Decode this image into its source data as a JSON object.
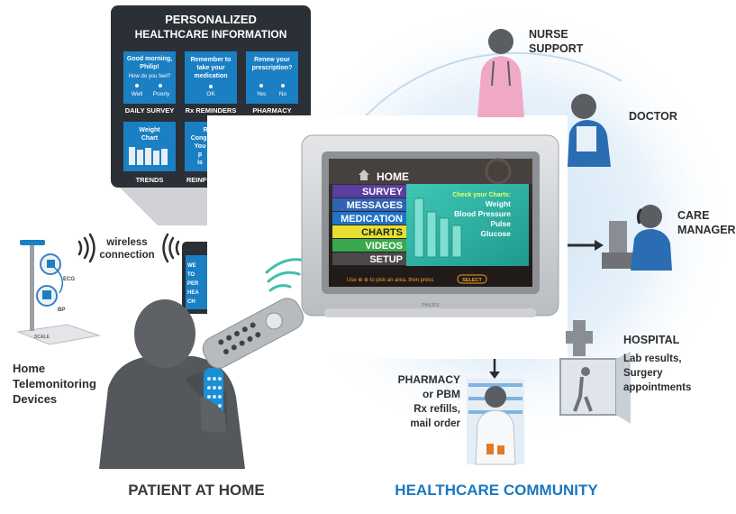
{
  "info_panel": {
    "title_line1": "PERSONALIZED",
    "title_line2": "HEALTHCARE INFORMATION",
    "tiles": [
      {
        "lines": [
          "Good morning,",
          "Philip!",
          "How do you feel?"
        ],
        "opt_a": "Well",
        "opt_b": "Poorly",
        "caption": "DAILY SURVEY"
      },
      {
        "lines": [
          "Remember to",
          "take your",
          "medication"
        ],
        "opt_a": "OK",
        "opt_b": "",
        "caption": "Rx REMINDERS"
      },
      {
        "lines": [
          "Renew your",
          "prescription?"
        ],
        "opt_a": "Yes",
        "opt_b": "No",
        "caption": "PHARMACY"
      },
      {
        "lines": [
          "Weight",
          "Chart"
        ],
        "opt_a": "",
        "opt_b": "",
        "caption": "TRENDS"
      },
      {
        "lines": [
          "R",
          "Congr",
          "You",
          "p",
          "is"
        ],
        "opt_a": "",
        "opt_b": "",
        "caption": "REINFO"
      }
    ]
  },
  "tv_menu": {
    "home": "HOME",
    "items": [
      "SURVEY",
      "MESSAGES",
      "MEDICATION",
      "CHARTS",
      "VIDEOS",
      "SETUP"
    ],
    "charts_heading": "Check your Charts:",
    "charts_items": [
      "Weight",
      "Blood Pressure",
      "Pulse",
      "Glucose"
    ],
    "footer": "Use ⊕ ⊕ to pick an area, then press",
    "footer_button": "SELECT",
    "brand": "PHILIPS"
  },
  "phone_screen": [
    "WE",
    "TO",
    "PER",
    "HEA",
    "CH"
  ],
  "devices": {
    "wireless_line1": "wireless",
    "wireless_line2": "connection",
    "ecg": "ECG",
    "bp": "BP",
    "scale": "SCALE",
    "label_line1": "Home",
    "label_line2": "Telemonitoring",
    "label_line3": "Devices"
  },
  "roles": {
    "nurse_line1": "NURSE",
    "nurse_line2": "SUPPORT",
    "doctor": "DOCTOR",
    "care_line1": "CARE",
    "care_line2": "MANAGER",
    "hospital_line1": "HOSPITAL",
    "hospital_line2": "Lab results,",
    "hospital_line3": "Surgery",
    "hospital_line4": "appointments",
    "pharmacy_line1": "PHARMACY",
    "pharmacy_line2": "or PBM",
    "pharmacy_line3": "Rx refills,",
    "pharmacy_line4": "mail order"
  },
  "captions": {
    "patient": "PATIENT AT HOME",
    "community": "HEALTHCARE COMMUNITY"
  },
  "colors": {
    "panel_dark": "#2b2f36",
    "tile_blue": "#1b7fc4",
    "figure_gray": "#5a5e63",
    "community_blue": "#1a78bf",
    "nurse_pink": "#f0a9c4",
    "doctor_blue": "#2a6db3",
    "menu_survey": "#5a3ea0",
    "menu_messages": "#2f63b5",
    "menu_medication": "#2272c8",
    "menu_charts": "#e8e030",
    "menu_videos": "#3aa84c",
    "menu_setup": "#4a4a4a",
    "teal": "#35b8a8"
  }
}
